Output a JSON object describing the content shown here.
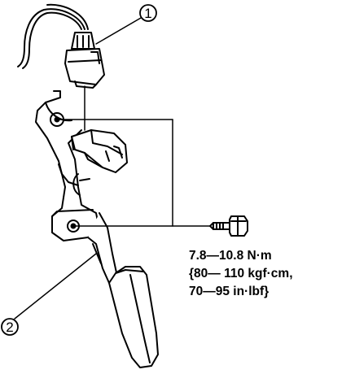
{
  "callouts": [
    {
      "number": "1",
      "part": "connector"
    },
    {
      "number": "2",
      "part": "accelerator pedal"
    }
  ],
  "torque_spec": {
    "line1": "7.8—10.8 N·m",
    "line2": "{80— 110 kgf·cm,",
    "line3": "70—95 in·lbf}"
  }
}
